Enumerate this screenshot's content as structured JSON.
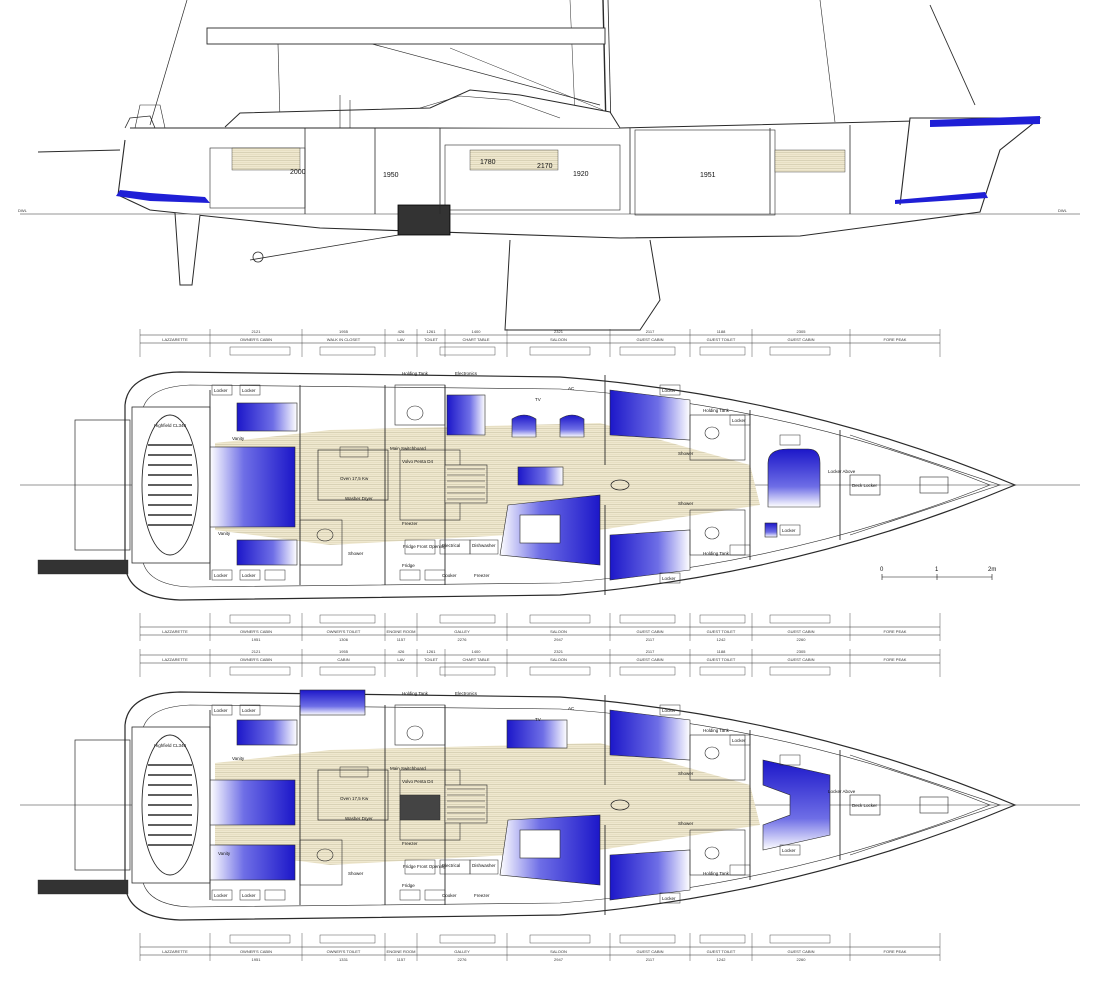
{
  "colors": {
    "accent_blue": "#1f1fd6",
    "deck_teak": "#efe8cf",
    "line": "#2a2a2a"
  },
  "profile": {
    "wl_left": "DWL",
    "wl_right": "DWL",
    "dims": [
      "2000",
      "1950",
      "1780",
      "2170",
      "1920",
      "1951"
    ]
  },
  "plans": [
    {
      "top_dims": [
        "2121",
        "1955",
        "426",
        "1261",
        "1400",
        "2321",
        "2117",
        "1188",
        "2305"
      ],
      "top_zones": [
        "LAZZARETTE",
        "OWNER'S CABIN",
        "WALK IN CLOSET",
        "LAV",
        "TOILET",
        "CHART TABLE",
        "SALOON",
        "GUEST CABIN",
        "GUEST TOILET",
        "GUEST CABIN",
        "FORE PEAK"
      ],
      "bottom_zones": [
        "LAZZARETTE",
        "OWNER'S CABIN",
        "OWNER'S TOILET",
        "ENGINE ROOM",
        "GALLEY",
        "SALOON",
        "GUEST CABIN",
        "GUEST TOILET",
        "GUEST CABIN",
        "FORE PEAK"
      ],
      "bottom_dims": [
        "1951",
        "1306",
        "1157",
        "2276",
        "2947",
        "2117",
        "1242",
        "2260"
      ],
      "labels": {
        "dinghy": "Highfield CL340",
        "vanity_top": "Vanity",
        "vanity_bot": "Vanity",
        "washer": "Washer Dryer",
        "shower_aft": "Shower",
        "holding_aft": "Holding Tank",
        "oven": "Oven 17,5 Kw",
        "unit": "Volvo Penta D4",
        "bulkhead": "Main Switchboard",
        "freezer_top": "Freezer",
        "fridge_front": "Fridge Front Opening",
        "fridge": "Fridge",
        "electrical": "Electrical",
        "cooker": "Cooker",
        "freezer_bot": "Freezer",
        "dishwasher": "Dishwasher",
        "electronics": "Electronics",
        "holding_fwd_top": "Holding Tank",
        "holding_fwd_bot": "Holding Tank",
        "tv": "TV",
        "ac": "AC",
        "shower_g1": "Shower",
        "shower_g2": "Shower",
        "locker_above": "Locker Above",
        "deck_locker": "Deck Locker",
        "locker_generic": "Locker"
      }
    },
    {
      "top_dims": [
        "2121",
        "1955",
        "426",
        "1261",
        "1400",
        "2321",
        "2117",
        "1188",
        "2305"
      ],
      "top_zones": [
        "LAZZARETTE",
        "OWNER'S CABIN",
        "CABIN",
        "LAV",
        "TOILET",
        "CHART TABLE",
        "SALOON",
        "GUEST CABIN",
        "GUEST TOILET",
        "GUEST CABIN",
        "FORE PEAK"
      ],
      "bottom_zones": [
        "LAZZARETTE",
        "OWNER'S CABIN",
        "OWNER'S TOILET",
        "ENGINE ROOM",
        "GALLEY",
        "SALOON",
        "GUEST CABIN",
        "GUEST TOILET",
        "GUEST CABIN",
        "FORE PEAK"
      ],
      "bottom_dims": [
        "1951",
        "1331",
        "1157",
        "2276",
        "2947",
        "2117",
        "1242",
        "2260"
      ],
      "labels": {
        "dinghy": "Highfield CL340",
        "vanity_top": "Vanity",
        "vanity_bot": "Vanity",
        "washer": "Washer Dryer",
        "shower_aft": "Shower",
        "holding_aft": "Holding Tank",
        "oven": "Oven 17,5 Kw",
        "unit": "Volvo Penta D4",
        "bulkhead": "Main Switchboard",
        "freezer_top": "Freezer",
        "fridge_front": "Fridge Front Opening",
        "fridge": "Fridge",
        "electrical": "Electrical",
        "cooker": "Cooker",
        "freezer_bot": "Freezer",
        "dishwasher": "Dishwasher",
        "electronics": "Electronics",
        "holding_fwd_top": "Holding Tank",
        "holding_fwd_bot": "Holding Tank",
        "tv": "TV",
        "ac": "AC",
        "shower_g1": "Shower",
        "shower_g2": "Shower",
        "locker_above": "Locker Above",
        "deck_locker": "Deck Locker",
        "locker_generic": "Locker"
      }
    }
  ],
  "scale_bar": {
    "zero": "0",
    "one": "1",
    "two": "2m"
  }
}
